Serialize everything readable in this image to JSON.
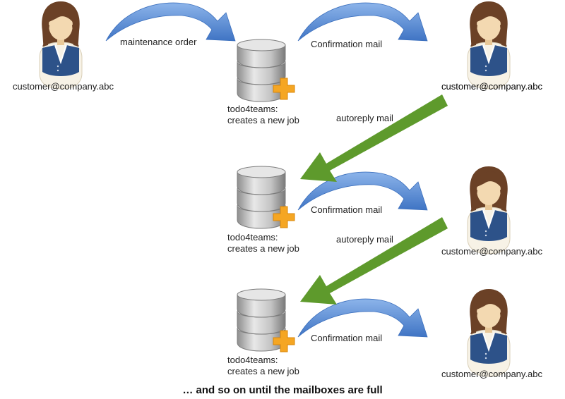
{
  "colors": {
    "blue_arrow": "#5b8fd6",
    "green_arrow": "#5e9a2c",
    "plus": "#f5a623",
    "vest": "#2d5289",
    "hair": "#6b4126",
    "skin": "#f3d9b1",
    "database": "#b8b8b8"
  },
  "icons": {
    "person": "person-icon",
    "database": "database-icon",
    "plus": "plus-icon"
  },
  "customers": [
    {
      "label": "customer@company.abc"
    },
    {
      "label": "customer@company.abc"
    },
    {
      "label": "customer@company.abc"
    },
    {
      "label": "customer@company.abc"
    }
  ],
  "servers": [
    {
      "line1": "todo4teams:",
      "line2": "creates a new job"
    },
    {
      "line1": "todo4teams:",
      "line2": "creates a new job"
    },
    {
      "line1": "todo4teams:",
      "line2": "creates a new job"
    }
  ],
  "arrows": [
    {
      "label": "maintenance order"
    },
    {
      "label": "Confirmation mail"
    },
    {
      "label": "autoreply mail"
    },
    {
      "label": "Confirmation mail"
    },
    {
      "label": "autoreply mail"
    },
    {
      "label": "Confirmation mail"
    }
  ],
  "footer": "… and so on until the mailboxes are full"
}
